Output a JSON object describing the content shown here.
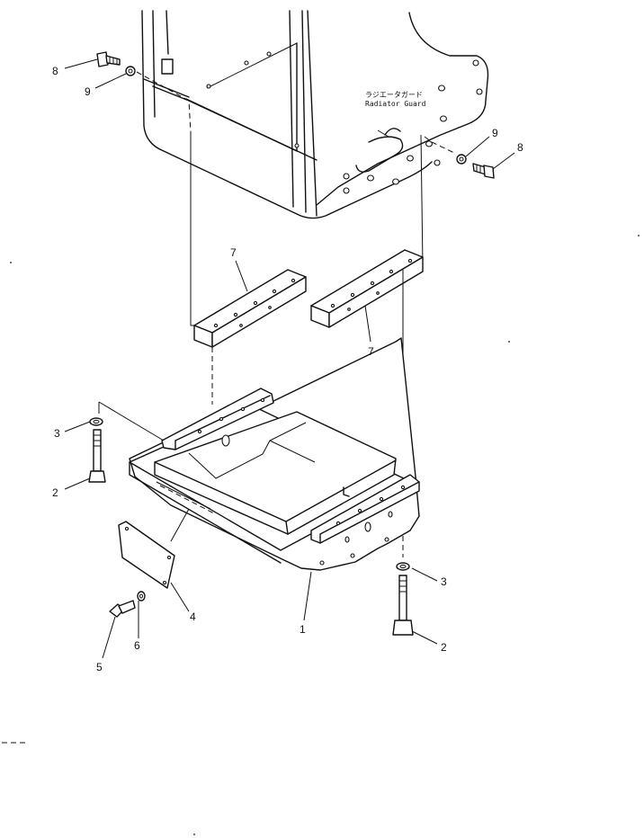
{
  "labels": {
    "radiator_guard_jp": "ラジエータガード",
    "radiator_guard_en": "Radiator Guard"
  },
  "callouts": [
    {
      "id": "c8a",
      "text": "8"
    },
    {
      "id": "c9a",
      "text": "9"
    },
    {
      "id": "c9b",
      "text": "9"
    },
    {
      "id": "c8b",
      "text": "8"
    },
    {
      "id": "c7a",
      "text": "7"
    },
    {
      "id": "c7b",
      "text": "7"
    },
    {
      "id": "c3a",
      "text": "3"
    },
    {
      "id": "c2a",
      "text": "2"
    },
    {
      "id": "c4",
      "text": "4"
    },
    {
      "id": "c6",
      "text": "6"
    },
    {
      "id": "c5",
      "text": "5"
    },
    {
      "id": "c1",
      "text": "1"
    },
    {
      "id": "c3b",
      "text": "3"
    },
    {
      "id": "c2b",
      "text": "2"
    }
  ]
}
